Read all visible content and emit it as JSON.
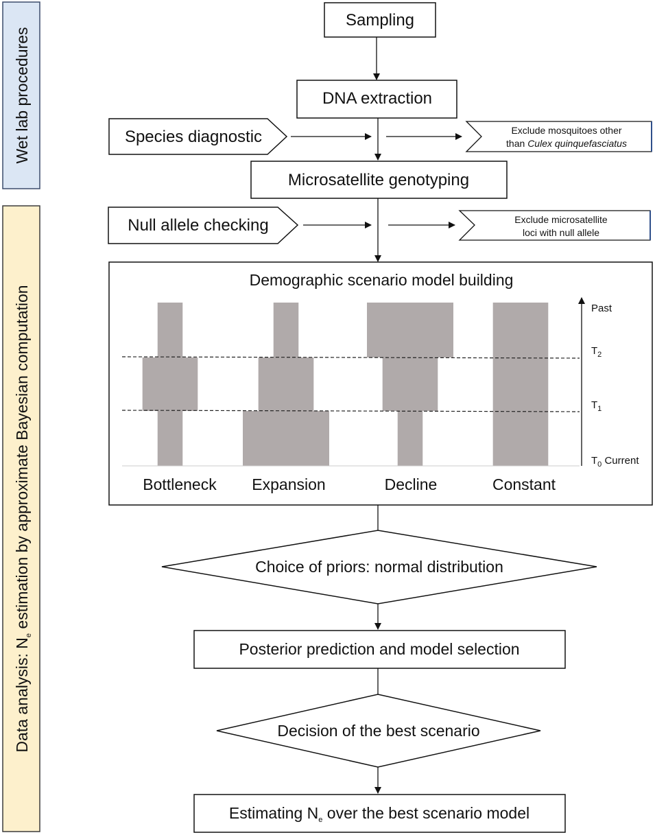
{
  "sidebar": {
    "wet_lab": {
      "label": "Wet lab procedures",
      "fill": "#dbe6f4",
      "stroke": "#3b4b6b"
    },
    "analysis": {
      "label_prefix": "Data analysis: N",
      "label_sub": "e",
      "label_suffix": " estimation by approximate Bayesian computation",
      "fill": "#fdf0cc",
      "stroke": "#3b3b3b"
    }
  },
  "steps": {
    "sampling": "Sampling",
    "dna_extraction": "DNA extraction",
    "species_diagnostic": "Species diagnostic",
    "exclude_mosquitoes_line1": "Exclude mosquitoes other",
    "exclude_mosquitoes_line2_prefix": "than ",
    "exclude_mosquitoes_line2_italic": "Culex quinquefasciatus",
    "microsatellite_genotyping": "Microsatellite genotyping",
    "null_allele_checking": "Null allele checking",
    "exclude_loci_line1": "Exclude microsatellite",
    "exclude_loci_line2": "loci with null allele",
    "model_building_title": "Demographic scenario model building",
    "choice_of_priors": "Choice of priors: normal distribution",
    "posterior_prediction": "Posterior prediction and model selection",
    "decision_best": "Decision of the best scenario",
    "estimating_prefix": "Estimating N",
    "estimating_sub": "e",
    "estimating_suffix": " over the best scenario model"
  },
  "scenarios": {
    "bar_color": "#b0aaaa",
    "time_axis": {
      "past": "Past",
      "t2": "T",
      "t2_sub": "2",
      "t1": "T",
      "t1_sub": "1",
      "t0": "T",
      "t0_sub": "0",
      "t0_suffix": " Current"
    },
    "items": [
      {
        "name": "Bottleneck",
        "widths": {
          "past": 0.29,
          "middle": 0.64,
          "current": 0.29
        }
      },
      {
        "name": "Expansion",
        "widths": {
          "past": 0.29,
          "middle": 0.64,
          "current": 1.0
        }
      },
      {
        "name": "Decline",
        "widths": {
          "past": 1.0,
          "middle": 0.64,
          "current": 0.29
        }
      },
      {
        "name": "Constant",
        "widths": {
          "past": 0.64,
          "middle": 0.64,
          "current": 0.64
        }
      }
    ]
  }
}
